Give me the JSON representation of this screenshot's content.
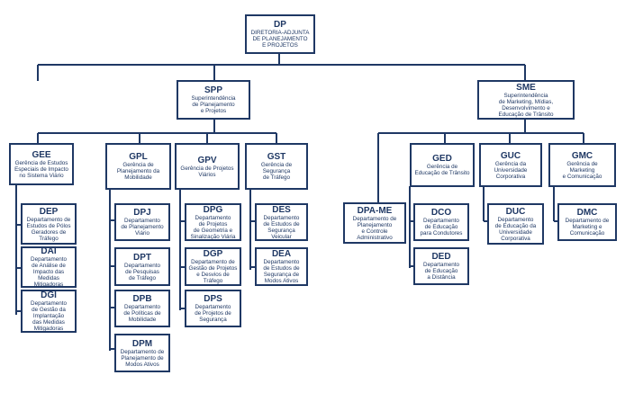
{
  "org_chart": {
    "units": {
      "dp": {
        "code": "DP",
        "name": "DIRETORIA-ADJUNTA\nDE PLANEJAMENTO\nE PROJETOS"
      },
      "spp": {
        "code": "SPP",
        "name": "Superintendência\nde Planejamento\ne Projetos"
      },
      "sme": {
        "code": "SME",
        "name": "Superintendência\nde Marketing, Mídias,\nDesenvolvimento e\nEducação de Trânsito"
      },
      "gee": {
        "code": "GEE",
        "name": "Gerência de Estudos\nEspeciais de Impacto\nno Sistema Viário"
      },
      "gpl": {
        "code": "GPL",
        "name": "Gerência de\nPlanejamento da\nMobilidade"
      },
      "gpv": {
        "code": "GPV",
        "name": "Gerência de Projetos\nViários"
      },
      "gst": {
        "code": "GST",
        "name": "Gerência de\nSegurança\nde Tráfego"
      },
      "ged": {
        "code": "GED",
        "name": "Gerência de\nEducação de Trânsito"
      },
      "guc": {
        "code": "GUC",
        "name": "Gerência da\nUniversidade\nCorporativa"
      },
      "gmc": {
        "code": "GMC",
        "name": "Gerência de\nMarketing\ne Comunicação"
      },
      "dpa_me": {
        "code": "DPA-ME",
        "name": "Departamento de\nPlanejamento\ne Controle\nAdministrativo"
      },
      "dep": {
        "code": "DEP",
        "name": "Departamento de\nEstudos de Pólos\nGeradores de\nTráfego"
      },
      "dai": {
        "code": "DAI",
        "name": "Departamento\nde Análise de\nImpacto das\nMedidas\nMitigadoras"
      },
      "dgi": {
        "code": "DGI",
        "name": "Departamento\nde Gestão da\nImplantação\ndas Medidas\nMitigadoras"
      },
      "dpj": {
        "code": "DPJ",
        "name": "Departamento\nde Planejamento\nViário"
      },
      "dpt": {
        "code": "DPT",
        "name": "Departamento\nde Pesquisas\nde Tráfego"
      },
      "dpb": {
        "code": "DPB",
        "name": "Departamento\nde Políticas de\nMobilidade"
      },
      "dpm": {
        "code": "DPM",
        "name": "Departamento de\nPlanejamento de\nModos Ativos"
      },
      "dpg": {
        "code": "DPG",
        "name": "Departamento\nde Projetos\nde Geometria e\nSinalização Viária"
      },
      "dgp": {
        "code": "DGP",
        "name": "Departamento de\nGestão de Projetos\ne Desvios de\nTráfego"
      },
      "dps": {
        "code": "DPS",
        "name": "Departamento\nde Projetos de\nSegurança"
      },
      "des": {
        "code": "DES",
        "name": "Departamento\nde Estudos de\nSegurança\nVeicular"
      },
      "dea": {
        "code": "DEA",
        "name": "Departamento\nde Estudos de\nSegurança de\nModos Ativos"
      },
      "dco": {
        "code": "DCO",
        "name": "Departamento\nde Educação\npara Condutores"
      },
      "ded": {
        "code": "DED",
        "name": "Departamento\nde Educação\na Distância"
      },
      "duc": {
        "code": "DUC",
        "name": "Departamento\nde Educação da\nUniversidade\nCorporativa"
      },
      "dmc": {
        "code": "DMC",
        "name": "Departamento de\nMarketing e Comunicação"
      }
    },
    "colors": {
      "border": "#1f3864",
      "text": "#1f3864",
      "line": "#1f3864",
      "background": "#ffffff"
    }
  }
}
